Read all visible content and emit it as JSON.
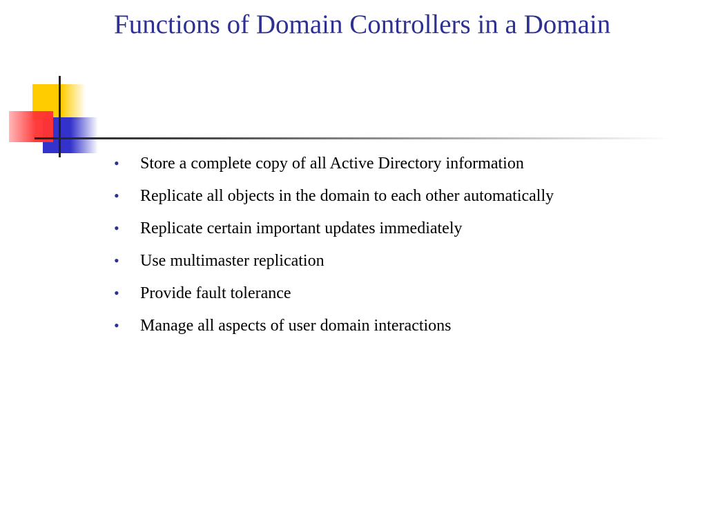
{
  "slide": {
    "title": "Functions of Domain Controllers in a Domain",
    "bullet_symbol": "•",
    "bullets": [
      "Store a complete copy of all Active Directory information",
      "Replicate all objects in the domain to each other automatically",
      "Replicate certain important updates immediately",
      "Use multimaster replication",
      "Provide fault tolerance",
      "Manage all aspects of user domain interactions"
    ]
  },
  "colors": {
    "title": "#2e3192",
    "deco_yellow": "#ffcc00",
    "deco_red": "#ff3333",
    "deco_blue": "#3333cc",
    "deco_line": "#222222"
  }
}
